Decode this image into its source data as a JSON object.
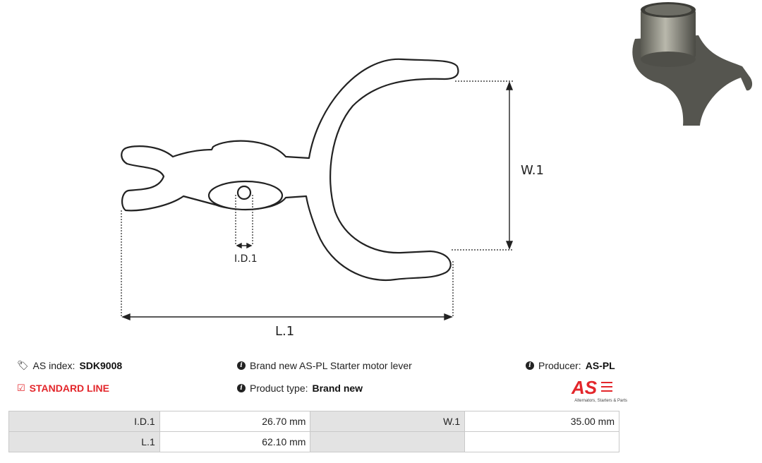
{
  "drawing": {
    "labels": {
      "id1": "I.D.1",
      "w1": "W.1",
      "l1": "L.1"
    }
  },
  "info": {
    "as_index_label": "AS index:",
    "as_index_value": "SDK9008",
    "description": "Brand new AS-PL Starter motor lever",
    "producer_label": "Producer:",
    "producer_value": "AS-PL",
    "standard_line": "STANDARD LINE",
    "product_type_label": "Product type:",
    "product_type_value": "Brand new"
  },
  "logo": {
    "mark": "AS",
    "tagline": "Alternators, Starters & Parts",
    "color": "#e3262b"
  },
  "specs": {
    "rows": [
      {
        "k1": "I.D.1",
        "v1": "26.70 mm",
        "k2": "W.1",
        "v2": "35.00 mm"
      },
      {
        "k1": "L.1",
        "v1": "62.10 mm",
        "k2": "",
        "v2": ""
      }
    ]
  },
  "icons": [
    "tags-icon",
    "info-icon",
    "check-square-icon"
  ]
}
